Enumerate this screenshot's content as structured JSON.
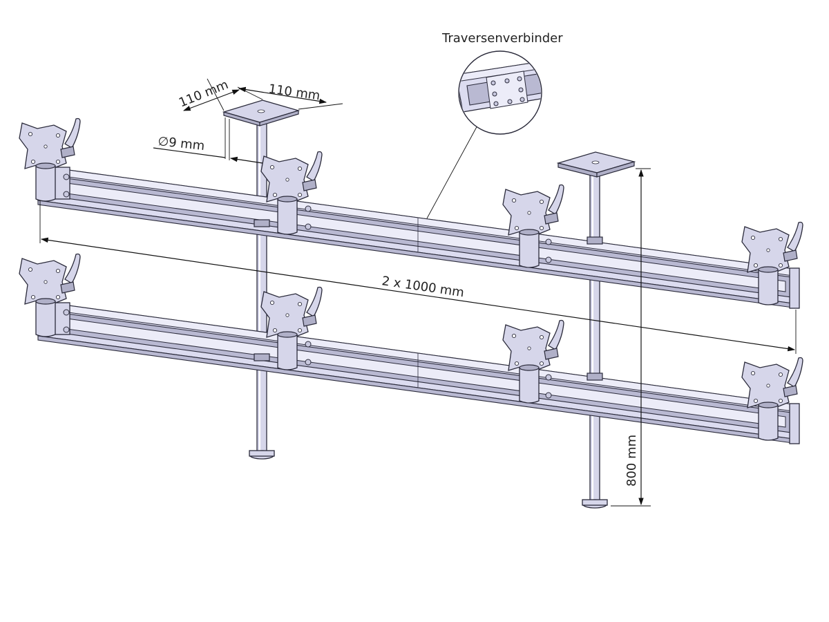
{
  "labels": {
    "plate_width": "110 mm",
    "plate_depth": "110 mm",
    "hole_diameter": "∅9 mm",
    "rail_length": "2 x 1000 mm",
    "height": "800 mm",
    "connector": "Traversenverbinder"
  },
  "colors": {
    "metal": "#dcdcf0",
    "metal_shadow": "#b9b9d2",
    "outline": "#2a2a3a",
    "dimension": "#111111"
  }
}
